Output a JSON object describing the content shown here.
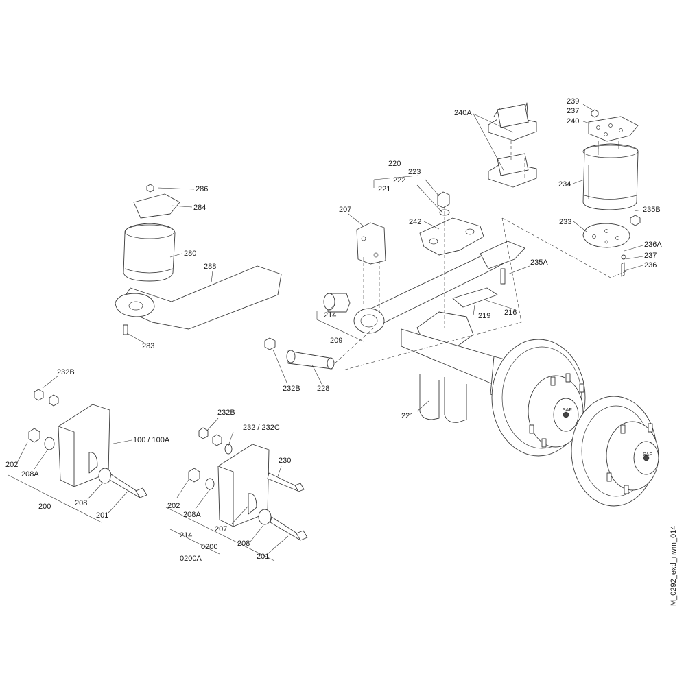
{
  "drawing_id": "M_0292_exd_nwm_014",
  "parts": {
    "p239": "239",
    "p237a": "237",
    "p240": "240",
    "p240A": "240A",
    "p234": "234",
    "p235B": "235B",
    "p233": "233",
    "p236A": "236A",
    "p237b": "237",
    "p236": "236",
    "p235A": "235A",
    "p220": "220",
    "p223": "223",
    "p222": "222",
    "p221a": "221",
    "p207a": "207",
    "p242": "242",
    "p214a": "214",
    "p209": "209",
    "p219": "219",
    "p216": "216",
    "p286": "286",
    "p284": "284",
    "p280": "280",
    "p288": "288",
    "p283": "283",
    "p232Ba": "232B",
    "p228": "228",
    "p221b": "221",
    "p232Bb": "232B",
    "p100": "100 / 100A",
    "p202a": "202",
    "p208Aa": "208A",
    "p208a": "208",
    "p201a": "201",
    "p200": "200",
    "p232Bc": "232B",
    "p232C": "232 / 232C",
    "p230": "230",
    "p202b": "202",
    "p208Ab": "208A",
    "p207b": "207",
    "p208b": "208",
    "p214b": "214",
    "p0200": "0200",
    "p201b": "201",
    "p0200A": "0200A"
  },
  "brand_mark": "SAF"
}
